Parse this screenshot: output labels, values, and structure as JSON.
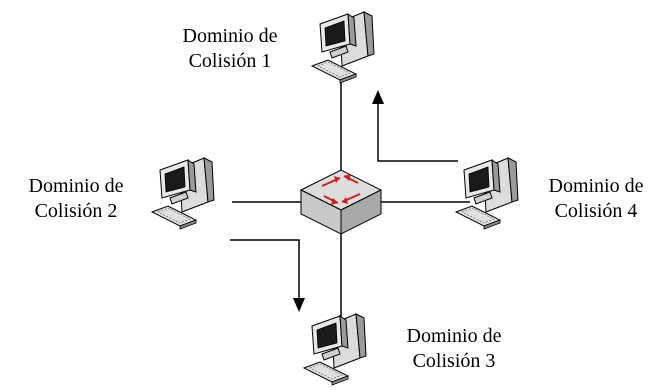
{
  "domains": [
    {
      "line1": "Dominio de",
      "line2": "Colisión 1"
    },
    {
      "line1": "Dominio de",
      "line2": "Colisión 2"
    },
    {
      "line1": "Dominio de",
      "line2": "Colisión 3"
    },
    {
      "line1": "Dominio de",
      "line2": "Colisión 4"
    }
  ],
  "colors": {
    "line": "#000000",
    "device_body": "#e6e6e6",
    "device_shadow": "#8c8c8c",
    "screen": "#1a1a1a",
    "switch_top": "#dcdcdc",
    "switch_front": "#c8c8c8",
    "switch_side": "#a8a8a8",
    "switch_arrows": "#cc1f1f"
  }
}
